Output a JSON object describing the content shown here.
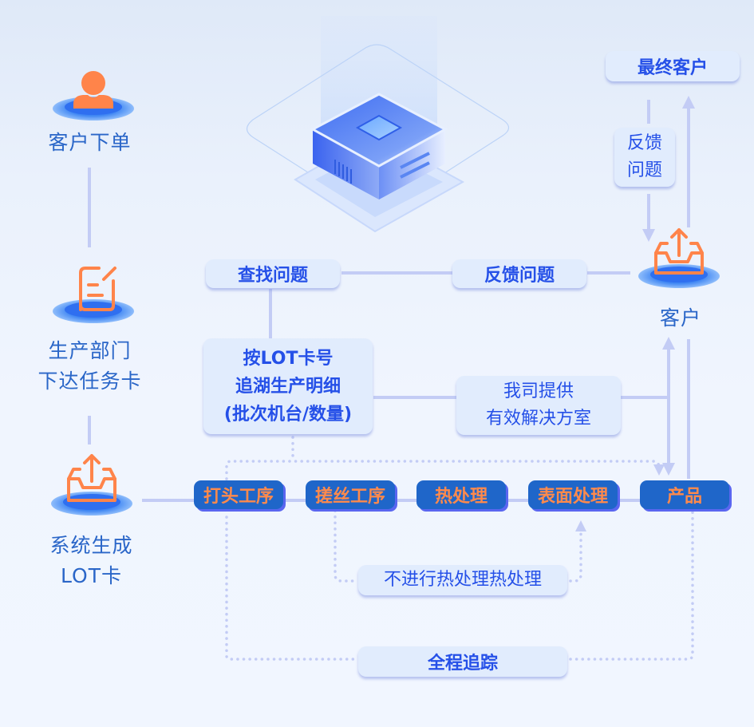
{
  "colors": {
    "accent_orange": "#ff8a4c",
    "primary_blue": "#2550e8",
    "label_blue": "#2a66c8",
    "step_fill": "#1f66c9",
    "connector": "#c3ccf5",
    "pill_fill": "#e1ecfd"
  },
  "left_column": {
    "customer_order": {
      "icon": "person-icon",
      "label": "客户下单"
    },
    "production_dept": {
      "icon": "document-edit-icon",
      "line1": "生产部门",
      "line2": "下达任务卡"
    },
    "system_lot": {
      "icon": "inbox-upload-icon",
      "line1": "系统生成",
      "line2": "LOT卡"
    }
  },
  "center_illustration": {
    "icon": "server-chip-icon"
  },
  "right_column": {
    "final_customer": "最终客户",
    "feedback_vertical": {
      "line1": "反馈",
      "line2": "问题"
    },
    "customer": {
      "icon": "inbox-upload-icon",
      "label": "客户"
    }
  },
  "middle": {
    "find_problem": "查找问题",
    "feedback_problem": "反馈问题",
    "trace_box": {
      "line1": "按LOT卡号",
      "line2": "追湖生产明细",
      "line3": "(批次机台/数量)"
    },
    "solution_box": {
      "line1": "我司提供",
      "line2": "有效解决方室"
    }
  },
  "process_steps": [
    "打头工序",
    "搓丝工序",
    "热处理",
    "表面处理",
    "产品"
  ],
  "bottom": {
    "skip_heat": "不进行热处理热处理",
    "full_trace": "全程追踪"
  }
}
